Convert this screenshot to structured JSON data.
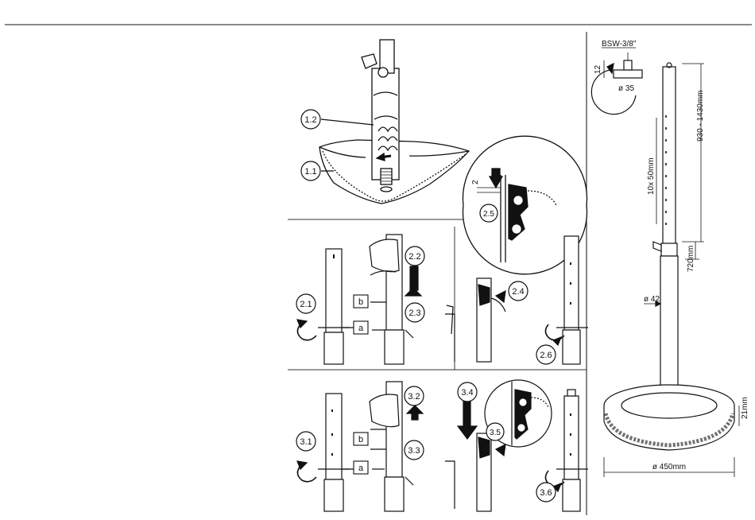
{
  "callouts": {
    "c1_1": "1.1",
    "c1_2": "1.2",
    "c2_1": "2.1",
    "c2_2": "2.2",
    "c2_3": "2.3",
    "c2_4": "2.4",
    "c2_5": "2.5",
    "c2_6": "2.6",
    "c3_1": "3.1",
    "c3_2": "3.2",
    "c3_3": "3.3",
    "c3_4": "3.4",
    "c3_5": "3.5",
    "c3_6": "3.6"
  },
  "boxes": {
    "a": "a",
    "b": "b"
  },
  "dimensions": {
    "thread": "BSW-3/8\"",
    "thread_height": "12",
    "thread_diameter": "ø 35",
    "height_range": "930 - 1430mm",
    "holes": "10x 50mm",
    "lower_tube": "720mm",
    "tube_diameter": "ø 42",
    "base_height": "21mm",
    "base_diameter": "ø 450mm",
    "gap": "2"
  }
}
